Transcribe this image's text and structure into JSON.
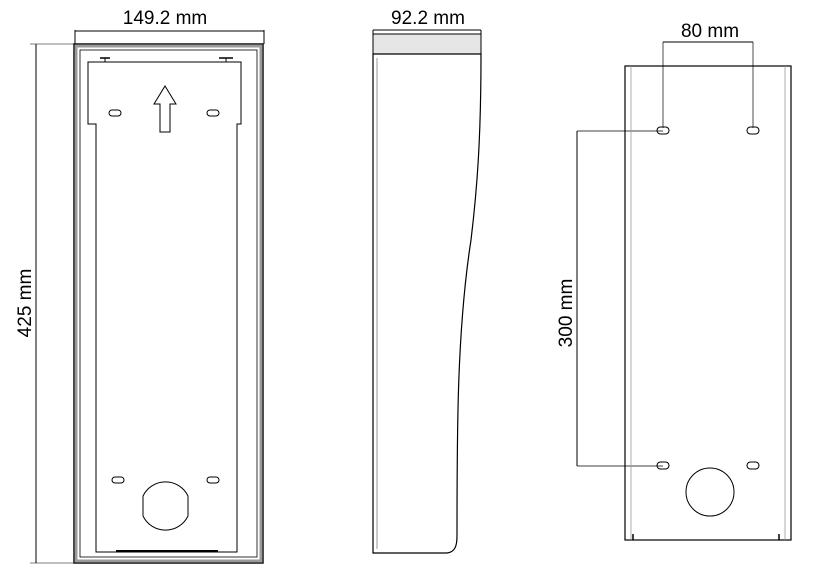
{
  "dimensions": {
    "front_width": "149.2 mm",
    "front_height": "425 mm",
    "side_depth": "92.2 mm",
    "hole_spacing_horizontal": "80 mm",
    "hole_spacing_vertical": "300 mm"
  },
  "colors": {
    "line": "#000000",
    "frame_gray": "#9a9a9a",
    "frame_light": "#d6d6d6",
    "side_top_fill": "#e6e6e6"
  }
}
